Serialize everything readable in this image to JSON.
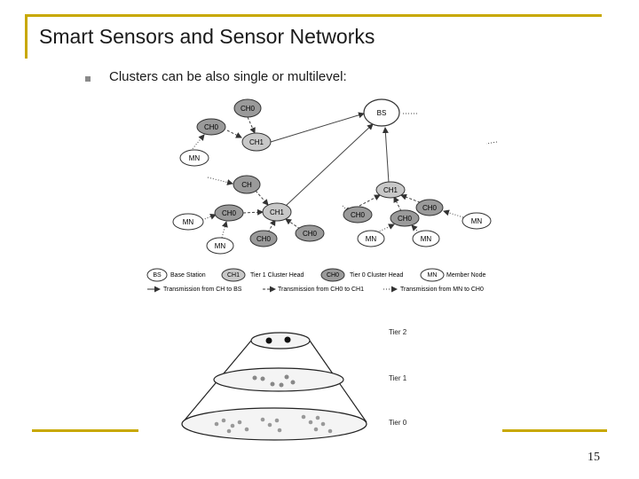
{
  "slide": {
    "title": "Smart Sensors and Sensor Networks",
    "bullet": "Clusters can be also single or multilevel:",
    "page_number": "15",
    "accent_color": "#c8a800"
  },
  "network": {
    "nodes": {
      "bs": "BS",
      "ch0_top": "CH0",
      "ch0_left": "CH0",
      "ch1_upper": "CH1",
      "mn_upper": "MN",
      "ch_mid": "CH",
      "ch0_mid": "CH0",
      "ch1_mid": "CH1",
      "ch1_right": "CH1",
      "ch0_r1": "CH0",
      "ch0_r2": "CH0",
      "ch0_r3": "CH0",
      "mn_left": "MN",
      "mn_low": "MN",
      "ch0_low": "CH0",
      "ch0_low2": "CH0",
      "mn_r1": "MN",
      "mn_r2": "MN",
      "mn_far": "MN"
    },
    "legend": {
      "bs_symbol": "BS",
      "bs_label": "Base Station",
      "ch1_symbol": "CH1",
      "ch1_label": "Tier 1 Cluster Head",
      "ch0_symbol": "CH0",
      "ch0_label": "Tier 0 Cluster Head",
      "mn_symbol": "MN",
      "mn_label": "Member Node",
      "arrow1": "Transmission from CH to BS",
      "arrow2": "Transmission from CH0 to CH1",
      "arrow3": "Transmission from MN to CH0"
    }
  },
  "tiers": {
    "tier2": "Tier 2",
    "tier1": "Tier 1",
    "tier0": "Tier 0"
  }
}
